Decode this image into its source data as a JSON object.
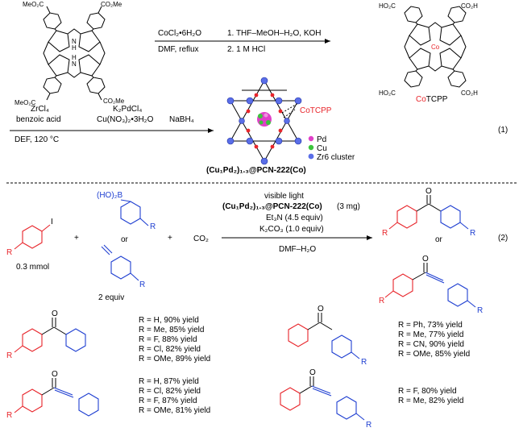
{
  "part1": {
    "reagents_top_above": "CoCl₂•6H₂O",
    "reagents_top_below": "DMF, reflux",
    "step1": "1. THF–MeOH–H₂O, KOH",
    "step2": "2. 1 M HCl",
    "ester_group": "CO₂Me",
    "ester_group_left": "MeO₂C",
    "acid_group": "CO₂H",
    "acid_group_left": "HO₂C",
    "metal": "Co",
    "cotcpp_co": "Co",
    "cotcpp_rest": "TCPP",
    "zr_reagent": "ZrCl₄",
    "zr_additive": "benzoic acid",
    "zr_conditions": "DEF, 120 °C",
    "pd_reagent": "K₂PdCl₄",
    "cu_reagent": "Cu(NO₃)₂•3H₂O",
    "reductant": "NaBH₄",
    "mof_label": "CoTCPP",
    "legend": [
      "Pd",
      "Cu",
      "Zr6 cluster"
    ],
    "catalyst_name": "(Cu₁Pd₂)₁.₃@PCN-222(Co)",
    "eq_number": "(1)"
  },
  "part2": {
    "iodo_substituent": "I",
    "R": "R",
    "boron_group": "(HO)₂B",
    "aryl_iodide_amount": "0.3 mmol",
    "or_label": "or",
    "partner_amount": "2 equiv",
    "plus": "+",
    "co2": "CO₂",
    "cond_light": "visible light",
    "cond_catalyst": "(Cu₁Pd₂)₁.₃@PCN-222(Co)",
    "cond_catalyst_amount": "(3 mg)",
    "cond_base1": "Et₃N (4.5 equiv)",
    "cond_base2": "K₂CO₃ (1.0 equiv)",
    "cond_solvent": "DMF–H₂O",
    "O": "O",
    "eq_number": "(2)",
    "yields_a": [
      "R = H, 90% yield",
      "R = Me, 85% yield",
      "R = F, 88% yield",
      "R = Cl, 82% yield",
      "R = OMe, 89% yield"
    ],
    "yields_b": [
      "R = H, 87% yield",
      "R = Cl, 82% yield",
      "R = F, 87% yield",
      "R = OMe, 81% yield"
    ],
    "yields_c": [
      "R = Ph, 73% yield",
      "R = Me, 77% yield",
      "R = CN, 90% yield",
      "R = OMe, 85% yield"
    ],
    "yields_d": [
      "R = F, 80% yield",
      "R = Me, 82% yield"
    ]
  },
  "colors": {
    "red": "#e8252b",
    "blue": "#1f3fd1",
    "pd": "#e040c8",
    "cu": "#3cc43c",
    "zr": "#5a6ee8"
  }
}
